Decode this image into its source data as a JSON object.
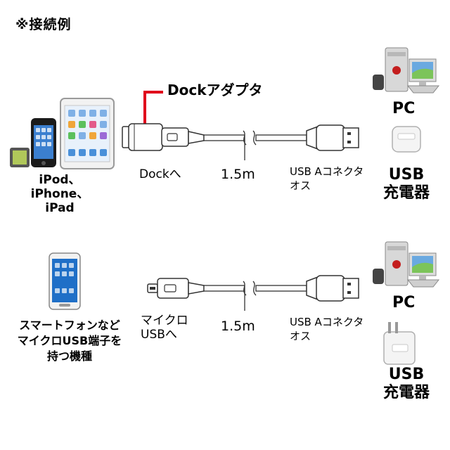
{
  "title": "※接続例",
  "row1": {
    "dock_adapter_label": "Dockアダプタ",
    "dock_end_label": "Dockへ",
    "length_label": "1.5m",
    "usb_label_line1": "USB Aコネクタ",
    "usb_label_line2": "オス",
    "devices_line1": "iPod、",
    "devices_line2": "iPhone、",
    "devices_line3": "iPad",
    "target_pc": "PC",
    "target_charger_line1": "USB",
    "target_charger_line2": "充電器"
  },
  "row2": {
    "micro_end_line1": "マイクロ",
    "micro_end_line2": "USBへ",
    "length_label": "1.5m",
    "usb_label_line1": "USB Aコネクタ",
    "usb_label_line2": "オス",
    "devices_line1": "スマートフォンなど",
    "devices_line2": "マイクロUSB端子を",
    "devices_line3": "持つ機種",
    "target_pc": "PC",
    "target_charger_line1": "USB",
    "target_charger_line2": "充電器"
  },
  "colors": {
    "accent": "#e0001b",
    "outline": "#333333",
    "cable_fill": "#ffffff"
  }
}
